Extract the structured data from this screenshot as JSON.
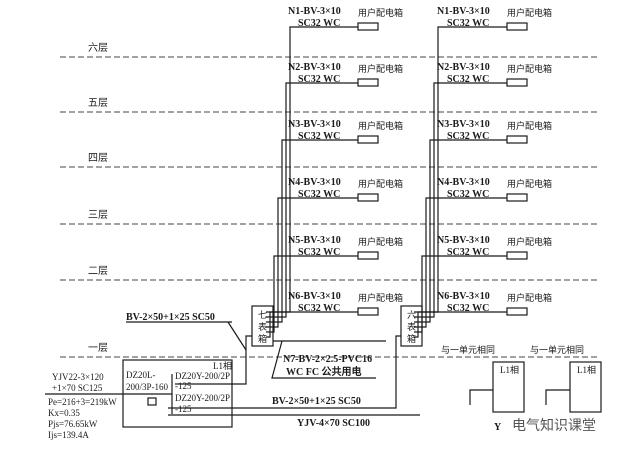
{
  "floors": [
    "六层",
    "五层",
    "四层",
    "三层",
    "二层",
    "一层"
  ],
  "branch_user_box_label": "用户配电箱",
  "left_branches": [
    {
      "cable": "N1-BV-3×10",
      "conduit": "SC32 WC"
    },
    {
      "cable": "N2-BV-3×10",
      "conduit": "SC32 WC"
    },
    {
      "cable": "N3-BV-3×10",
      "conduit": "SC32 WC"
    },
    {
      "cable": "N4-BV-3×10",
      "conduit": "SC32 WC"
    },
    {
      "cable": "N5-BV-3×10",
      "conduit": "SC32 WC"
    },
    {
      "cable": "N6-BV-3×10",
      "conduit": "SC32 WC"
    }
  ],
  "right_branches": [
    {
      "cable": "N1-BV-3×10",
      "conduit": "SC32 WC"
    },
    {
      "cable": "N2-BV-3×10",
      "conduit": "SC32 WC"
    },
    {
      "cable": "N3-BV-3×10",
      "conduit": "SC32 WC"
    },
    {
      "cable": "N4-BV-3×10",
      "conduit": "SC32 WC"
    },
    {
      "cable": "N5-BV-3×10",
      "conduit": "SC32 WC"
    },
    {
      "cable": "N6-BV-3×10",
      "conduit": "SC32 WC"
    }
  ],
  "meter_box_7": [
    "七",
    "表",
    "箱"
  ],
  "meter_box_6": [
    "六",
    "表",
    "箱"
  ],
  "feeder_top": "BV-2×50+1×25 SC50",
  "feeder_mid": "BV-2×50+1×25 SC50",
  "feeder_bottom": "YJV-4×70 SC100",
  "n7_line1": "N7-BV-2×2.5-PVC16",
  "n7_line2": "WC FC 公共用电",
  "same_as_unit_1": "与一单元相同",
  "same_as_unit_2": "与一单元相同",
  "main_box_label": "L1相",
  "unit_box_label_1": "L1相",
  "unit_box_label_2": "L1相",
  "main_breaker": [
    "DZ20L-",
    "200/3P-160"
  ],
  "breaker_1": [
    "DZ20Y-200/2P",
    "-125"
  ],
  "breaker_2": [
    "DZ20Y-200/2P",
    "-125"
  ],
  "incoming": [
    "YJV22-3×120",
    "+1×70 SC125",
    "Pe=216+3=219kW",
    "Kx=0.35",
    "Pjs=76.65kW",
    "Ijs=139.4A"
  ],
  "bottom_fragment": "Y",
  "watermark": "电气知识课堂"
}
